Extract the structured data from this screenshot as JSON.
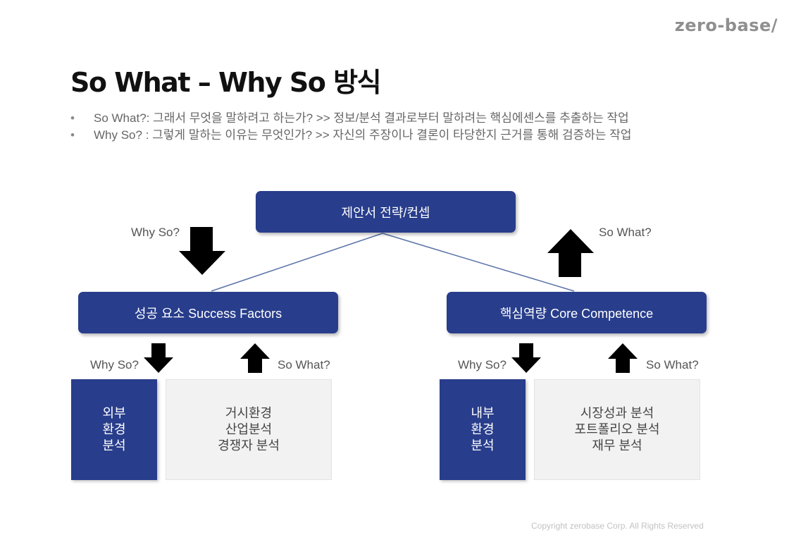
{
  "logo": "zero-base/",
  "title": "So What – Why So 방식",
  "bullets": [
    {
      "marker": "•",
      "text": "So What?: 그래서 무엇을 말하려고 하는가? >> 정보/분석 결과로부터 말하려는 핵심에센스를 추출하는 작업"
    },
    {
      "marker": "•",
      "text": "Why So? : 그렇게 말하는 이유는 무엇인가? >> 자신의 주장이나 결론이 타당한지 근거를 통해 검증하는 작업"
    }
  ],
  "top_box": "제안서 전략/컨셉",
  "left_box": "성공 요소 Success Factors",
  "right_box": "핵심역량 Core Competence",
  "labels": {
    "why_so_top": "Why So?",
    "so_what_top": "So What?",
    "why_so_left": "Why So?",
    "so_what_left": "So What?",
    "why_so_right": "Why So?",
    "so_what_right": "So What?"
  },
  "left_dark": [
    "외부",
    "환경",
    "분석"
  ],
  "left_light": [
    "거시환경",
    "산업분석",
    "경쟁자 분석"
  ],
  "right_dark": [
    "내부",
    "환경",
    "분석"
  ],
  "right_light": [
    "시장성과 분석",
    "포트폴리오 분석",
    "재무 분석"
  ],
  "footer": "Copyright zerobase Corp. All Rights Reserved",
  "colors": {
    "box_blue": "#283d8b",
    "line_blue": "#5a72a8",
    "arrow": "#000000"
  },
  "icons": [
    "arrow-down-icon",
    "arrow-up-icon"
  ]
}
